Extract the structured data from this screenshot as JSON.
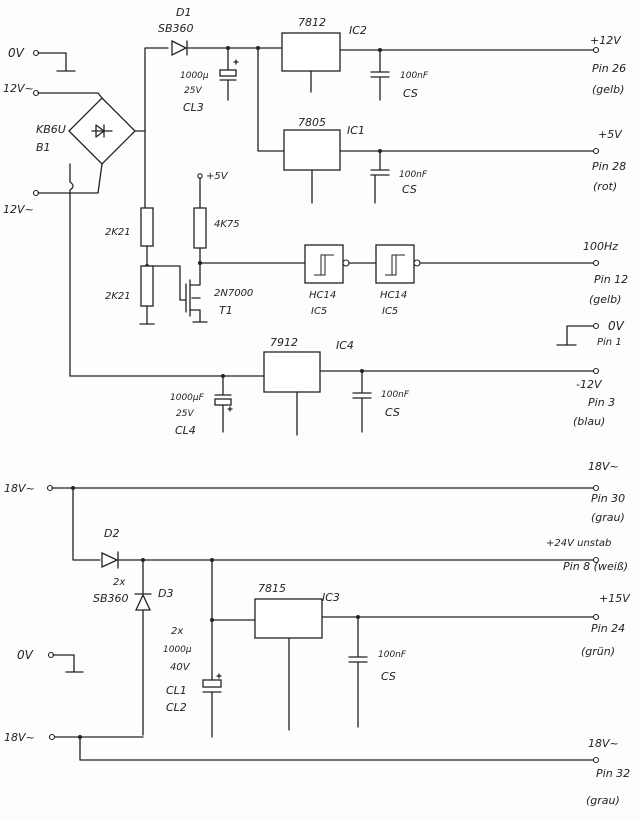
{
  "terminals": {
    "top_0v": "0V",
    "ac_12v_top": "12V~",
    "ac_12v_bottom": "12V~",
    "ac_18v_top": "18V~",
    "lower_0v": "0V",
    "ac_18v_bottom": "18V~"
  },
  "components": {
    "d1_ref": "D1",
    "d1_type": "SB360",
    "bridge_type": "KB6U",
    "bridge_ref": "B1",
    "cl3_cap": "1000µ",
    "cl3_volt": "25V",
    "cl3_ref": "CL3",
    "ic2_type": "7812",
    "ic2_ref": "IC2",
    "ic2_cs_val": "100nF",
    "ic2_cs_ref": "CS",
    "ic1_type": "7805",
    "ic1_ref": "IC1",
    "ic1_cs_val": "100nF",
    "ic1_cs_ref": "CS",
    "r1": "2K21",
    "r2": "2K21",
    "r3": "4K75",
    "rail_5v": "+5V",
    "t1_type": "2N7000",
    "t1_ref": "T1",
    "inv1_type": "HC14",
    "inv1_ref": "IC5",
    "inv2_type": "HC14",
    "inv2_ref": "IC5",
    "ic4_type": "7912",
    "ic4_ref": "IC4",
    "cl4_cap": "1000µF",
    "cl4_volt": "25V",
    "cl4_ref": "CL4",
    "ic4_cs_val": "100nF",
    "ic4_cs_ref": "CS",
    "d2_ref": "D2",
    "d3_ref": "D3",
    "d23_count": "2x",
    "d23_type": "SB360",
    "cl12_count": "2x",
    "cl12_cap": "1000µ",
    "cl12_volt": "40V",
    "cl12_ref1": "CL1",
    "cl12_ref2": "CL2",
    "ic3_type": "7815",
    "ic3_ref": "IC3",
    "ic3_cs_val": "100nF",
    "ic3_cs_ref": "CS"
  },
  "outputs": {
    "p12v": "+12V",
    "p12v_pin": "Pin 26",
    "p12v_color": "(gelb)",
    "p5v": "+5V",
    "p5v_pin": "Pin 28",
    "p5v_color": "(rot)",
    "hz": "100Hz",
    "hz_pin": "Pin 12",
    "hz_color": "(gelb)",
    "ov": "0V",
    "ov_pin": "Pin 1",
    "m12v": "-12V",
    "m12v_pin": "Pin 3",
    "m12v_color": "(blau)",
    "ac18a": "18V~",
    "ac18a_pin": "Pin 30",
    "ac18a_color": "(grau)",
    "p24v": "+24V unstab",
    "p24v_pin": "Pin 8 (weiß)",
    "p15v": "+15V",
    "p15v_pin": "Pin 24",
    "p15v_color": "(grün)",
    "ac18b": "18V~",
    "ac18b_pin": "Pin 32",
    "ac18b_color": "(grau)"
  }
}
